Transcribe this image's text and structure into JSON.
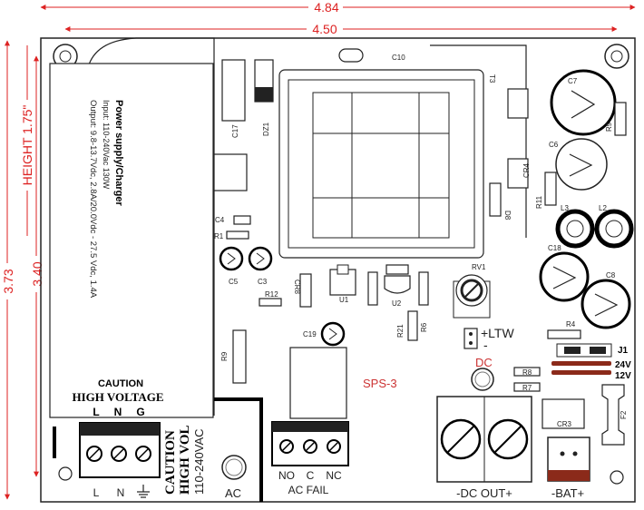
{
  "dimensions": {
    "overall_width": "4.84",
    "hole_spacing_width": "4.50",
    "overall_height": "3.73",
    "hole_spacing_height": "3.40",
    "component_height": "HEIGHT 1.75\""
  },
  "module_label": {
    "title": "Power supply/Charger",
    "input": "Input: 110-240Vac 130W",
    "output": "Output: 9.8-13.7Vdc, 2.8A/20.0Vdc - 27.5 Vdc, 1.4A"
  },
  "caution": {
    "title": "CAUTION",
    "subtitle": "HIGH VOLTAGE",
    "pins": [
      "L",
      "N",
      "G"
    ]
  },
  "side_caution": {
    "line1": "CAUTION",
    "line2": "HIGH VOL",
    "line3": "110-240VAC"
  },
  "ac_terminal_labels": [
    "L",
    "N"
  ],
  "ac_led_label": "AC",
  "board_name": "SPS-3",
  "ac_fail": {
    "pins": [
      "NO",
      "C",
      "NC"
    ],
    "label": "AC FAIL"
  },
  "dc_output_label": "-DC OUT+",
  "battery_label": "-BAT+",
  "dc_led_label": "DC",
  "ltw": {
    "plus": "+LTW",
    "minus": "-"
  },
  "jumper": {
    "name": "J1",
    "opt1": "24V",
    "opt2": "12V"
  },
  "components": {
    "c10": "C10",
    "t3": "T3",
    "c17": "C17",
    "dz1": "DZ1",
    "c4": "C4",
    "r1": "R1",
    "c5": "C5",
    "c3": "C3",
    "r12": "R12",
    "cr8": "CR8",
    "u1": "U1",
    "u2": "U2",
    "r21": "R21",
    "r6": "R6",
    "rv1": "RV1",
    "c19": "C19",
    "r9b": "R9",
    "d8": "D8",
    "cr4": "CR4",
    "r11": "R11",
    "l3": "L3",
    "l2": "L2",
    "c7": "C7",
    "c6": "C6",
    "r9": "R9",
    "c18": "C18",
    "c8": "C8",
    "r4": "R4",
    "r8": "R8",
    "r7": "R7",
    "cr3": "CR3",
    "f2": "F2"
  },
  "colors": {
    "dimension": "#d22222",
    "outline": "#222222",
    "led_red": "#c0332b",
    "jumper_block": "#8b2a1a"
  }
}
